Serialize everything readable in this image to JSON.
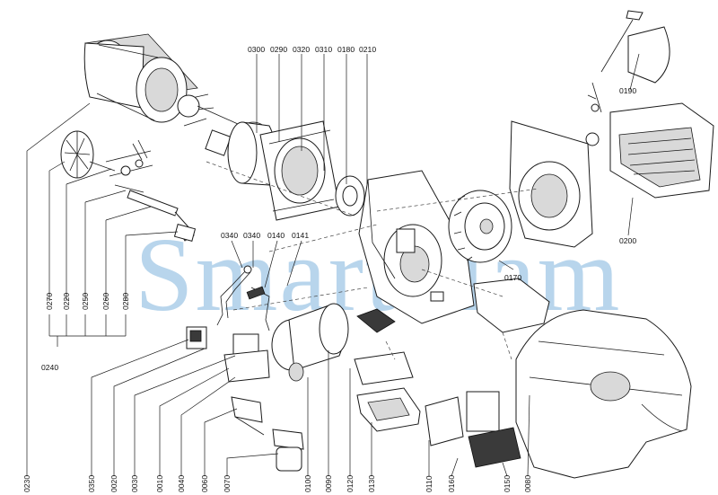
{
  "watermark": "SmartFlam",
  "labels": {
    "p0300": "0300",
    "p0290": "0290",
    "p0320": "0320",
    "p0310": "0310",
    "p0180": "0180",
    "p0210": "0210",
    "p0190": "0190",
    "p0200": "0200",
    "p0340a": "0340",
    "p0340b": "0340",
    "p0140": "0140",
    "p0141": "0141",
    "p0170": "0170",
    "p0270": "0270",
    "p0220": "0220",
    "p0250": "0250",
    "p0260": "0260",
    "p0280": "0280",
    "p0240": "0240",
    "p0230": "0230",
    "p0350": "0350",
    "p0020": "0020",
    "p0030": "0030",
    "p0010": "0010",
    "p0040": "0040",
    "p0060": "0060",
    "p0070": "0070",
    "p0100": "0100",
    "p0090": "0090",
    "p0120": "0120",
    "p0130": "0130",
    "p0110": "0110",
    "p0160": "0160",
    "p0150": "0150",
    "p0080": "0080"
  }
}
